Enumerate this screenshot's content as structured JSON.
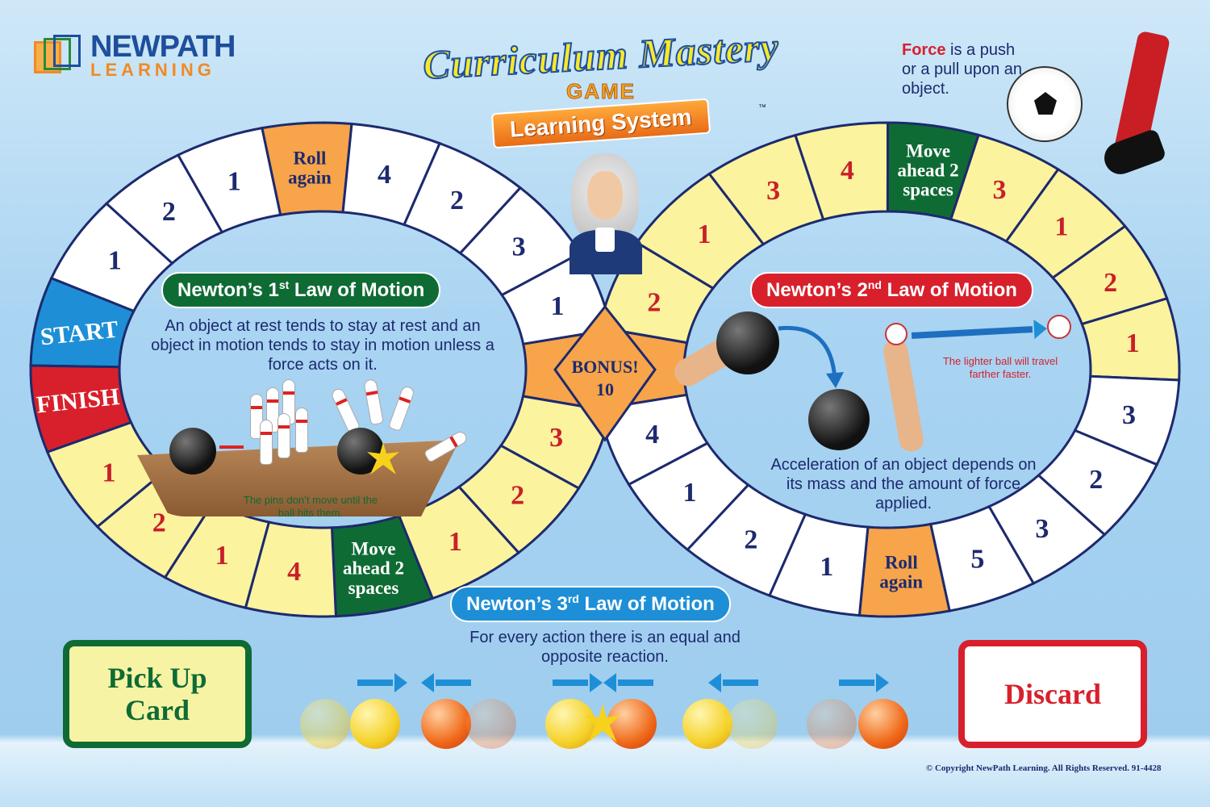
{
  "logo": {
    "line1": "NEWPATH",
    "line2": "LEARNING"
  },
  "title": {
    "main": "Curriculum Mastery",
    "sub": "GAME",
    "banner": "Learning System",
    "tm": "™"
  },
  "force_note": {
    "keyword": "Force",
    "rest": " is a push or a pull upon an object."
  },
  "laws": {
    "first": {
      "title_pre": "Newton’s 1",
      "title_sup": "st",
      "title_post": " Law of Motion",
      "description": "An object at rest tends to stay at rest and an object in motion tends to stay in motion unless a force acts on it.",
      "caption": "The pins don’t move until the ball hits them.",
      "color": "#0f6b34"
    },
    "second": {
      "title_pre": "Newton’s 2",
      "title_sup": "nd",
      "title_post": " Law of Motion",
      "description": "Acceleration of an object depends on its mass and the amount of force applied.",
      "caption": "The lighter ball will travel farther faster.",
      "color": "#d8202c"
    },
    "third": {
      "title_pre": "Newton’s 3",
      "title_sup": "rd",
      "title_post": " Law of Motion",
      "description": "For every action there is an equal and opposite reaction.",
      "color": "#1e8fd6"
    }
  },
  "board": {
    "bonus": {
      "lines": [
        "BONUS!",
        "10"
      ]
    },
    "left_loop": [
      {
        "type": "start",
        "lines": [
          "START"
        ]
      },
      {
        "type": "white",
        "lines": [
          "1"
        ]
      },
      {
        "type": "white",
        "lines": [
          "2"
        ]
      },
      {
        "type": "white",
        "lines": [
          "1"
        ]
      },
      {
        "type": "orange",
        "lines": [
          "Roll",
          "again"
        ]
      },
      {
        "type": "white",
        "lines": [
          "4"
        ]
      },
      {
        "type": "white",
        "lines": [
          "2"
        ]
      },
      {
        "type": "white",
        "lines": [
          "3"
        ]
      },
      {
        "type": "white",
        "lines": [
          "1"
        ]
      },
      {
        "type": "bonus"
      },
      {
        "type": "yellow",
        "lines": [
          "3"
        ]
      },
      {
        "type": "yellow",
        "lines": [
          "2"
        ]
      },
      {
        "type": "yellow",
        "lines": [
          "1"
        ]
      },
      {
        "type": "green",
        "lines": [
          "Move",
          "ahead 2",
          "spaces"
        ]
      },
      {
        "type": "yellow",
        "lines": [
          "4"
        ]
      },
      {
        "type": "yellow",
        "lines": [
          "1"
        ]
      },
      {
        "type": "yellow",
        "lines": [
          "2"
        ]
      },
      {
        "type": "yellow",
        "lines": [
          "1"
        ]
      },
      {
        "type": "finish",
        "lines": [
          "FINISH"
        ]
      }
    ],
    "right_loop": [
      {
        "type": "bonus"
      },
      {
        "type": "yellow",
        "lines": [
          "2"
        ]
      },
      {
        "type": "yellow",
        "lines": [
          "1"
        ]
      },
      {
        "type": "yellow",
        "lines": [
          "3"
        ]
      },
      {
        "type": "yellow",
        "lines": [
          "4"
        ]
      },
      {
        "type": "green",
        "lines": [
          "Move",
          "ahead 2",
          "spaces"
        ]
      },
      {
        "type": "yellow",
        "lines": [
          "3"
        ]
      },
      {
        "type": "yellow",
        "lines": [
          "1"
        ]
      },
      {
        "type": "yellow",
        "lines": [
          "2"
        ]
      },
      {
        "type": "yellow",
        "lines": [
          "1"
        ]
      },
      {
        "type": "white",
        "lines": [
          "3"
        ]
      },
      {
        "type": "white",
        "lines": [
          "2"
        ]
      },
      {
        "type": "white",
        "lines": [
          "3"
        ]
      },
      {
        "type": "white",
        "lines": [
          "5"
        ]
      },
      {
        "type": "orange",
        "lines": [
          "Roll",
          "again"
        ]
      },
      {
        "type": "white",
        "lines": [
          "1"
        ]
      },
      {
        "type": "white",
        "lines": [
          "2"
        ]
      },
      {
        "type": "white",
        "lines": [
          "1"
        ]
      },
      {
        "type": "white",
        "lines": [
          "4"
        ]
      }
    ]
  },
  "cards": {
    "pickup": "Pick Up Card",
    "discard": "Discard"
  },
  "copyright": "© Copyright NewPath Learning. All Rights Reserved. 91-4428",
  "colors": {
    "navy": "#1d2a6e",
    "yellow": "#fbf39e",
    "orange": "#f7a44a",
    "green": "#0f6b34",
    "red": "#d8202c",
    "blue": "#1e8fd6"
  }
}
